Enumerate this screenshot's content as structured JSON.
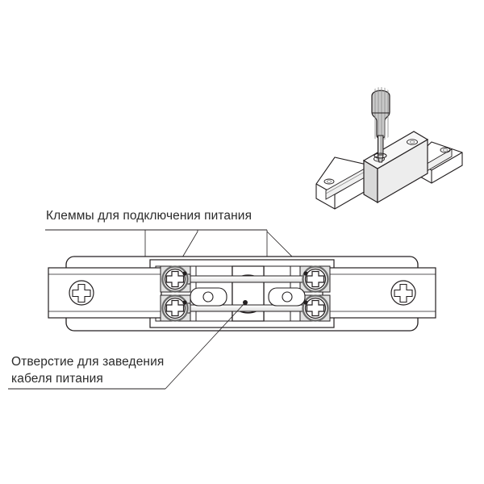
{
  "figure": {
    "title_visible": false,
    "background_color": "#ffffff",
    "line_color": "#231f20",
    "text_color": "#2b2b2b"
  },
  "annotations": {
    "terminals": {
      "text": "Клеммы для подключения питания",
      "underline": true,
      "leader_count": 4,
      "position": "top-left"
    },
    "cable_hole": {
      "line1": "Отверстие для заведения",
      "line2": "кабеля питания",
      "underline": true,
      "leader_count": 1,
      "position": "bottom-left"
    }
  },
  "main_view": {
    "name": "track-connector-top-view",
    "end_caps": [
      {
        "side": "left",
        "screw": "phillips-screw"
      },
      {
        "side": "right",
        "screw": "phillips-screw"
      }
    ],
    "terminal_screws": [
      {
        "id": "terminal-top-left",
        "type": "phillips-screw"
      },
      {
        "id": "terminal-bottom-left",
        "type": "phillips-screw"
      },
      {
        "id": "terminal-top-right",
        "type": "phillips-screw"
      },
      {
        "id": "terminal-bottom-right",
        "type": "phillips-screw"
      }
    ],
    "connector_bars": 2,
    "slots": 2,
    "center_hole": "cable-entry-hole"
  },
  "inset_view": {
    "name": "isometric-assembly-view",
    "tool": "screwdriver",
    "tool_action": "tightening-screw",
    "parts": [
      "track-rail-left",
      "connector-body",
      "track-rail-right"
    ],
    "screw_marks": 4
  },
  "colors": {
    "outline": "#231f20",
    "light_fill": "#ffffff",
    "mid_gray": "#e8e8e8",
    "shade_gray": "#d4d4d4",
    "dark_gray": "#9a9a9a",
    "handle_gray": "#c9c9c9"
  }
}
